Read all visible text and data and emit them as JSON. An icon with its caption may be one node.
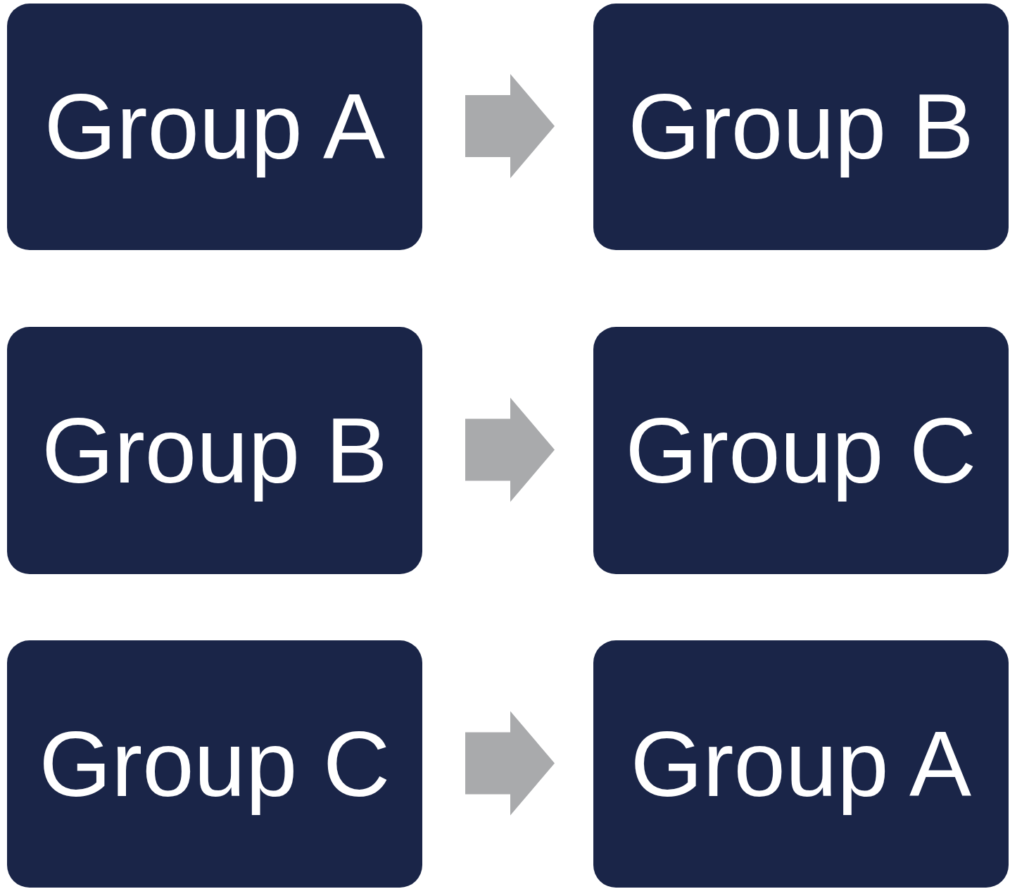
{
  "diagram": {
    "nodes": [
      {
        "text": [
          "Group A"
        ]
      },
      {
        "text": [
          "Group B"
        ]
      },
      {
        "text": [
          "Group B"
        ]
      },
      {
        "text": [
          "Group C"
        ]
      },
      {
        "text": [
          "Group C"
        ]
      },
      {
        "text": [
          "Group A"
        ]
      }
    ],
    "edges": [
      {
        "from": 0,
        "to": 1,
        "arrow": "to"
      },
      {
        "from": 2,
        "to": 3,
        "arrow": "to"
      },
      {
        "from": 4,
        "to": 5,
        "arrow": "to"
      }
    ]
  }
}
